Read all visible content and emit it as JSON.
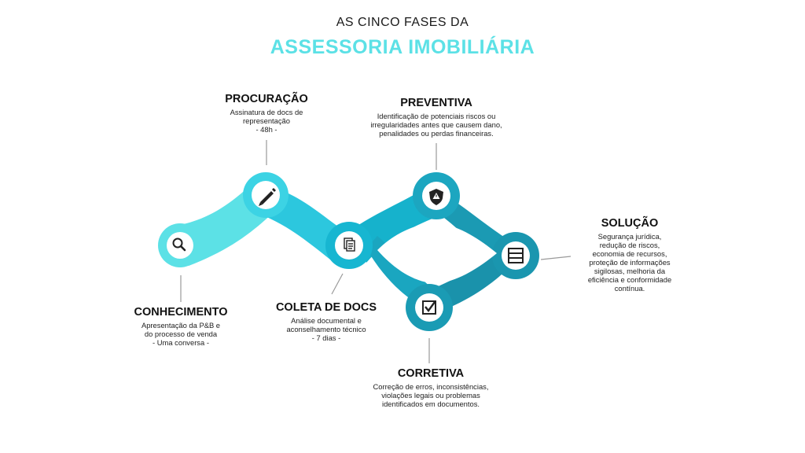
{
  "title": {
    "line1": "AS CINCO FASES DA",
    "line2": "ASSESSORIA IMOBILIÁRIA"
  },
  "colors": {
    "light": "#5ce1e6",
    "mid": "#19bcd6",
    "dark": "#1e9fb7",
    "darker": "#178ea6",
    "accent": "#5ce1e6"
  },
  "phases": {
    "conhecimento": {
      "title": "CONHECIMENTO",
      "desc": "Apresentação da P&B e\ndo processo de venda\n- Uma conversa -",
      "icon": "magnifier-icon"
    },
    "procuracao": {
      "title": "PROCURAÇÃO",
      "desc": "Assinatura de docs de\nrepresentação\n- 48h -",
      "icon": "pencil-icon"
    },
    "coleta": {
      "title": "COLETA DE DOCS",
      "desc": "Análise documental e\naconselhamento técnico\n- 7 dias -",
      "icon": "documents-icon"
    },
    "preventiva": {
      "title": "PREVENTIVA",
      "desc": "Identificação de potenciais riscos ou\nirregularidades antes que causem dano,\npenalidades ou perdas financeiras.",
      "icon": "warning-shield-icon"
    },
    "corretiva": {
      "title": "CORRETIVA",
      "desc": "Correção de erros, inconsistências,\nviolações legais ou problemas\nidentificados em documentos.",
      "icon": "checkbox-icon"
    },
    "solucao": {
      "title": "SOLUÇÃO",
      "desc": "Segurança jurídica,\nredução de riscos,\neconomia de recursos,\nproteção de informações\nsigilosas, melhoria da\neficiência e conformidade\ncontínua.",
      "icon": "list-icon"
    }
  }
}
